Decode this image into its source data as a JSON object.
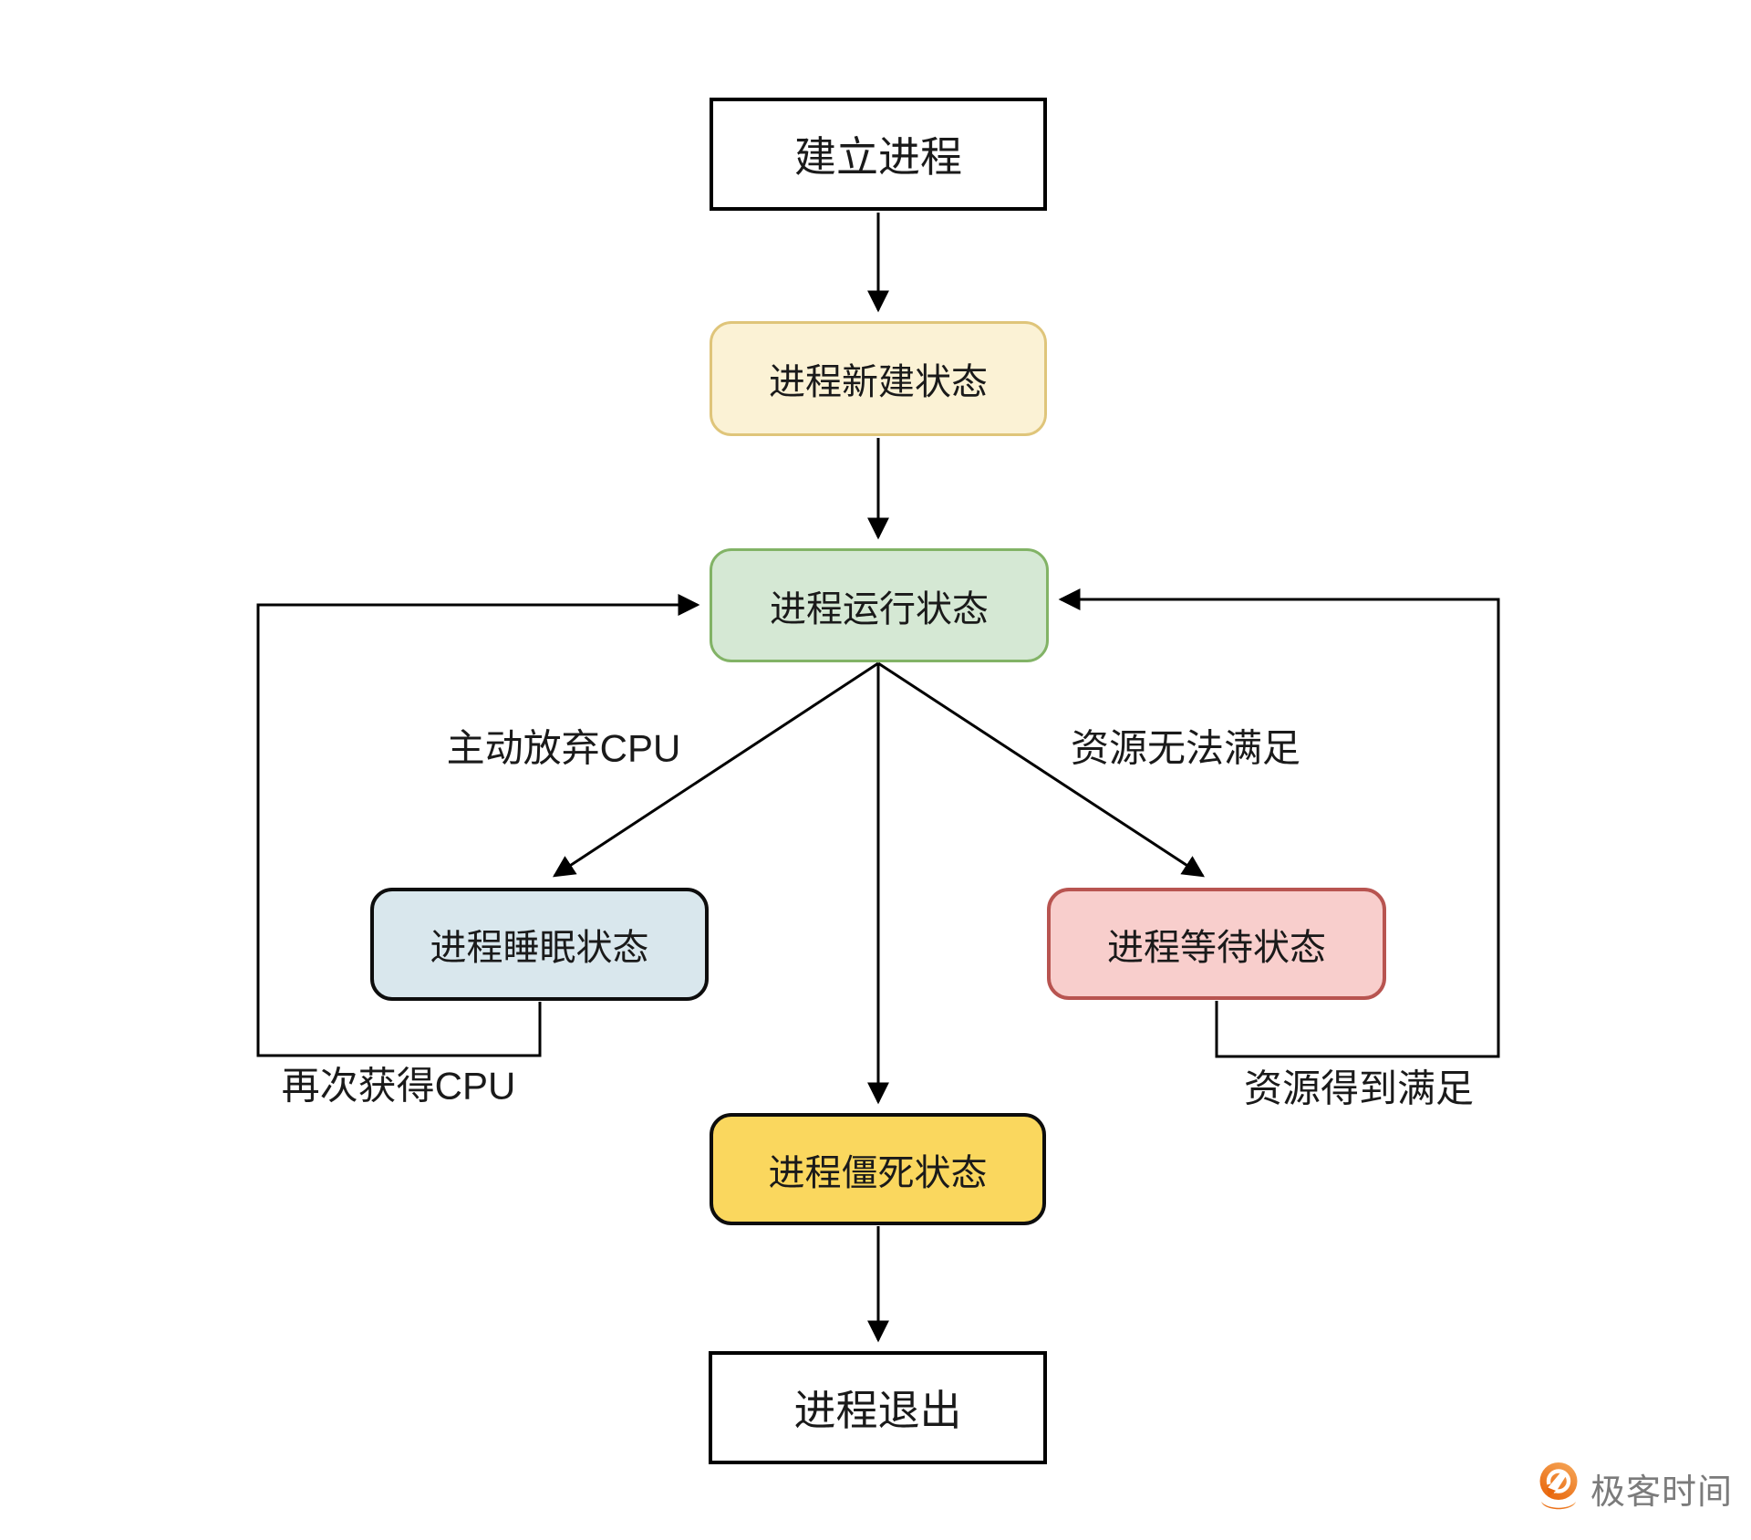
{
  "diagram": {
    "nodes": [
      {
        "id": "create",
        "label": "建立进程",
        "fill": "#FFFFFF",
        "border": "#000000"
      },
      {
        "id": "new",
        "label": "进程新建状态",
        "fill": "#FBF2D5",
        "border": "#DFC57A"
      },
      {
        "id": "running",
        "label": "进程运行状态",
        "fill": "#D5E8D4",
        "border": "#82B366"
      },
      {
        "id": "sleep",
        "label": "进程睡眠状态",
        "fill": "#D9E7ED",
        "border": "#0D0D0D"
      },
      {
        "id": "waiting",
        "label": "进程等待状态",
        "fill": "#F8CECC",
        "border": "#B85450"
      },
      {
        "id": "zombie",
        "label": "进程僵死状态",
        "fill": "#FAD75E",
        "border": "#0D0D0D"
      },
      {
        "id": "exit",
        "label": "进程退出",
        "fill": "#FFFFFF",
        "border": "#000000"
      }
    ],
    "edge_labels": {
      "give_up_cpu": "主动放弃CPU",
      "resource_unmet": "资源无法满足",
      "regain_cpu": "再次获得CPU",
      "resource_met": "资源得到满足"
    },
    "edges": [
      {
        "from": "create",
        "to": "new",
        "label": ""
      },
      {
        "from": "new",
        "to": "running",
        "label": ""
      },
      {
        "from": "running",
        "to": "sleep",
        "label": "主动放弃CPU"
      },
      {
        "from": "running",
        "to": "zombie",
        "label": ""
      },
      {
        "from": "running",
        "to": "waiting",
        "label": "资源无法满足"
      },
      {
        "from": "sleep",
        "to": "running",
        "label": "再次获得CPU"
      },
      {
        "from": "waiting",
        "to": "running",
        "label": "资源得到满足"
      },
      {
        "from": "zombie",
        "to": "exit",
        "label": ""
      }
    ],
    "arrow_color": "#000000"
  },
  "branding": {
    "logo_text": "极客时间",
    "logo_orange": "#EE7B2D",
    "logo_text_color": "#7B7B7B"
  }
}
